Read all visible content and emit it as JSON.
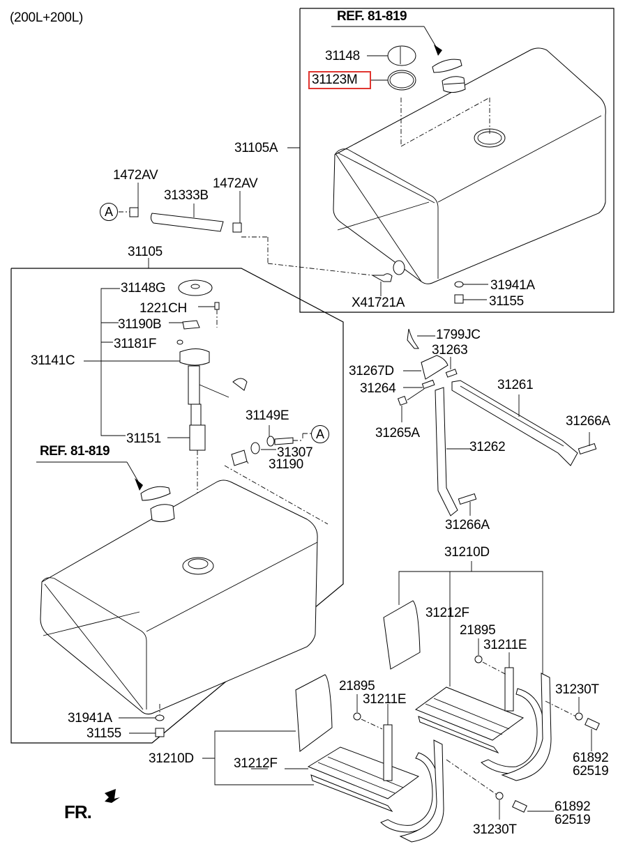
{
  "diagram": {
    "variant": "(200L+200L)",
    "highlight_color": "#e0352f",
    "direction_label": "FR.",
    "ref_labels": [
      "REF. 81-819",
      "REF. 81-819"
    ],
    "connector_marker": "A",
    "upper_tank_group": {
      "assembly": "31105A",
      "parts": [
        "31148",
        "31123M",
        "X41721A",
        "31941A",
        "31155"
      ],
      "highlighted_part": "31123M"
    },
    "hose_group": {
      "parts": [
        "1472AV",
        "31333B",
        "1472AV"
      ]
    },
    "lower_tank_group": {
      "assembly": "31105",
      "sender_assembly": "31141C",
      "sender_parts": [
        "31148G",
        "1221CH",
        "31190B",
        "31181F",
        "31151"
      ],
      "fitting_parts": [
        "31149E",
        "31307",
        "31190"
      ],
      "drain_parts": [
        "31941A",
        "31155"
      ]
    },
    "bracket_group": {
      "parts": [
        "1799JC",
        "31263",
        "31267D",
        "31264",
        "31261",
        "31265A",
        "31266A",
        "31262",
        "31266A"
      ]
    },
    "step_group_upper": {
      "assembly": "31210D",
      "parts": [
        "31212F",
        "21895",
        "31211E",
        "31230T",
        "61892",
        "62519"
      ]
    },
    "step_group_lower": {
      "assembly": "31210D",
      "parts": [
        "31212F",
        "21895",
        "31211E",
        "31230T",
        "61892",
        "62519"
      ]
    }
  }
}
